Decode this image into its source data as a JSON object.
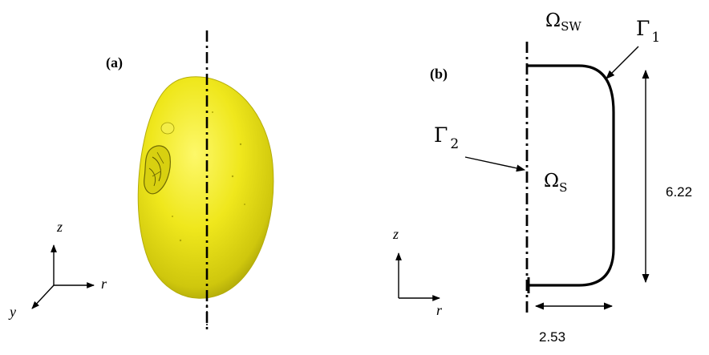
{
  "panels": [
    {
      "label": "(a)"
    },
    {
      "label": "(b)"
    }
  ],
  "panel_a": {
    "seed_color": "#e9e212",
    "seed_shadow": "#8f8a05",
    "axes": {
      "z": "z",
      "r": "r",
      "y": "y"
    }
  },
  "panel_b": {
    "regions": {
      "seed_wall": {
        "symbol": "Ω",
        "subscript": "SW"
      },
      "seed": {
        "symbol": "Ω",
        "subscript": "S"
      }
    },
    "boundaries": {
      "gamma1": {
        "symbol": "Γ",
        "subscript": "1"
      },
      "gamma2": {
        "symbol": "Γ",
        "subscript": "2"
      }
    },
    "dimensions": {
      "height": "6.22",
      "width": "2.53"
    },
    "axes": {
      "z": "z",
      "r": "r"
    }
  }
}
